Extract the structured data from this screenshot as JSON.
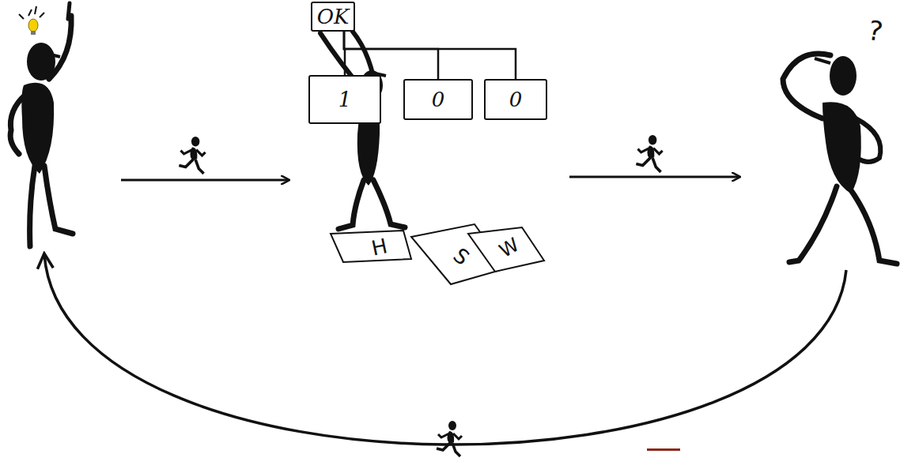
{
  "diagram": {
    "nodes": [
      {
        "text": [
          "OK"
        ]
      },
      {
        "text": [
          "1"
        ]
      },
      {
        "text": [
          "0"
        ]
      },
      {
        "text": [
          "0"
        ]
      }
    ],
    "edges": [
      {
        "from": 0,
        "to": 1,
        "arrow": "none"
      },
      {
        "from": 0,
        "to": 2,
        "arrow": "none"
      },
      {
        "from": 0,
        "to": 3,
        "arrow": "none"
      }
    ],
    "labels": [
      "H",
      "S",
      "W",
      "?"
    ]
  }
}
